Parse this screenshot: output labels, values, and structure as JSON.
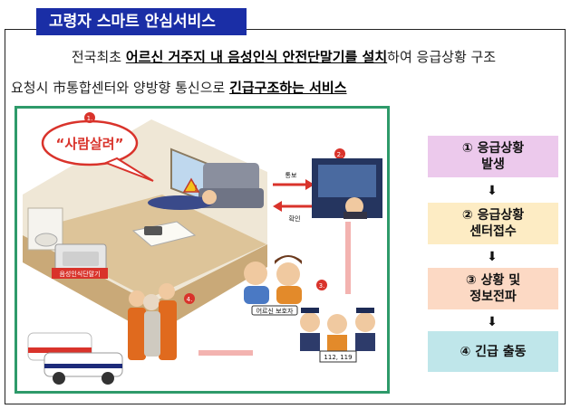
{
  "title": "고령자 스마트 안심서비스",
  "intro": {
    "line1_prefix": "전국최초 ",
    "line1_highlight": "어르신 거주지 내 음성인식 안전단말기를 설치",
    "line1_suffix": "하여 응급상황 구조",
    "line2_prefix": "요청시 市통합센터와 양방향 통신으로 ",
    "line2_highlight": "긴급구조하는 서비스"
  },
  "illustration": {
    "speech": "“사람살려”",
    "device_label": "음성인식단말기",
    "report_label": "통보",
    "confirm_label": "확인",
    "guardian_label": "어르신 보호자",
    "emergency_numbers": "112, 119",
    "step_nums": [
      "1.",
      "2.",
      "3.",
      "4."
    ],
    "colors": {
      "frame_green": "#2e9a6a",
      "ambulance_red": "#d9332b",
      "floor": "#c9a978"
    }
  },
  "steps": [
    {
      "line1": "① 응급상황",
      "line2": "발생"
    },
    {
      "line1": "② 응급상황",
      "line2": "센터접수"
    },
    {
      "line1": "③ 상황 및",
      "line2": "정보전파"
    },
    {
      "line1": "④ 긴급 출동",
      "line2": ""
    }
  ],
  "arrows": [
    "⬇",
    "⬇",
    "⬇"
  ],
  "colors": {
    "title_bg": "#1a2ea6",
    "step1": "#ecc9ec",
    "step2": "#fdecc4",
    "step3": "#fcd9c4",
    "step4": "#bfe6ea"
  }
}
